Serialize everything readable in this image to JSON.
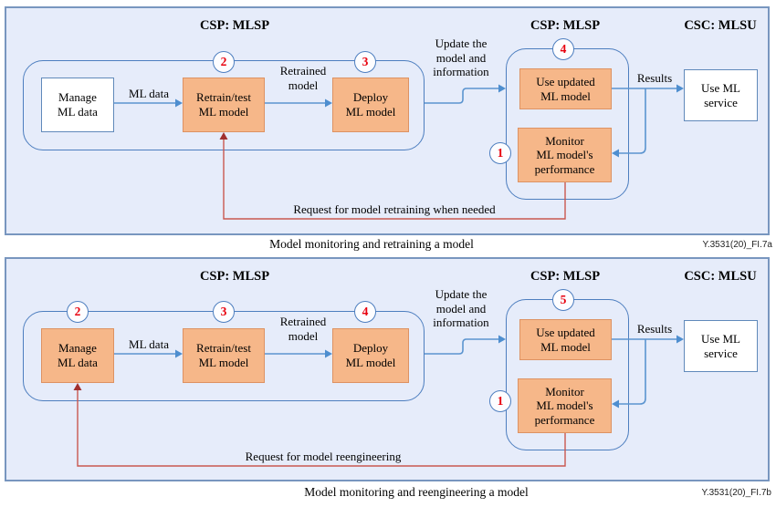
{
  "colors": {
    "panel_fill": "#e6ecfa",
    "panel_border": "#7896bf",
    "container_border": "#4d7ebf",
    "process_fill": "#f6b789",
    "process_border": "#dd9263",
    "flow_blue_line": "#5b94cf",
    "flow_blue_head": "#4e8ecf",
    "feedback_red_line": "#c9584f",
    "feedback_red_head": "#a03030",
    "step_number_red": "#e8000d"
  },
  "diagrams": [
    {
      "titles": {
        "csp_pipeline": "CSP: MLSP",
        "csp_serving": "CSP: MLSP",
        "csc": "CSC: MLSU"
      },
      "nodes": {
        "manage": "Manage\nML data",
        "retrain": "Retrain/test\nML model",
        "deploy": "Deploy\nML model",
        "use_updated": "Use updated\nML model",
        "monitor": "Monitor\nML model's\nperformance",
        "service": "Use ML\nservice"
      },
      "steps": {
        "retrain": "2",
        "deploy": "3",
        "use_updated": "4",
        "monitor": "1"
      },
      "flow_labels": {
        "ml_data": "ML data",
        "retrained_model": "Retrained\nmodel",
        "update": "Update the\nmodel and\ninformation",
        "results": "Results"
      },
      "feedback_label": "Request for model retraining when needed",
      "caption": "Model monitoring and retraining a model",
      "figure_id": "Y.3531(20)_FI.7a"
    },
    {
      "titles": {
        "csp_pipeline": "CSP: MLSP",
        "csp_serving": "CSP: MLSP",
        "csc": "CSC: MLSU"
      },
      "nodes": {
        "manage": "Manage\nML data",
        "retrain": "Retrain/test\nML model",
        "deploy": "Deploy\nML model",
        "use_updated": "Use updated\nML model",
        "monitor": "Monitor\nML model's\nperformance",
        "service": "Use ML\nservice"
      },
      "steps": {
        "manage": "2",
        "retrain": "3",
        "deploy": "4",
        "use_updated": "5",
        "monitor": "1"
      },
      "flow_labels": {
        "ml_data": "ML data",
        "retrained_model": "Retrained\nmodel",
        "update": "Update the\nmodel and\ninformation",
        "results": "Results"
      },
      "feedback_label": "Request for model reengineering",
      "caption": "Model monitoring and reengineering a model",
      "figure_id": "Y.3531(20)_FI.7b"
    }
  ]
}
